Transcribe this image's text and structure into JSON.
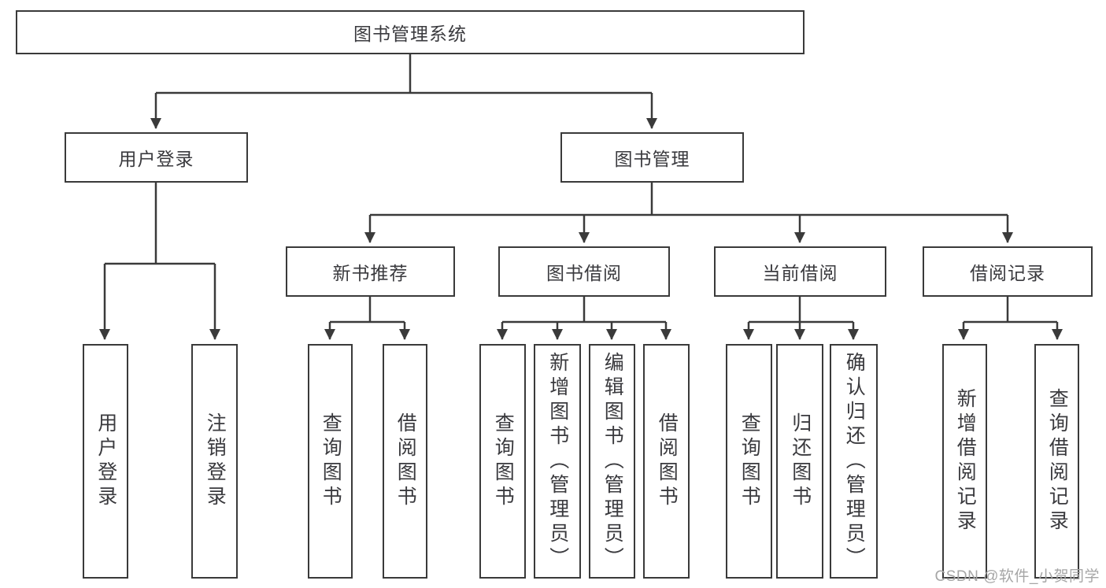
{
  "diagram": {
    "root": {
      "label": "图书管理系统"
    },
    "level2": [
      {
        "label": "用户登录",
        "children": [
          {
            "label": "用户登录"
          },
          {
            "label": "注销登录"
          }
        ]
      },
      {
        "label": "图书管理",
        "children": [
          {
            "label": "新书推荐",
            "children": [
              {
                "label": "查询图书"
              },
              {
                "label": "借阅图书"
              }
            ]
          },
          {
            "label": "图书借阅",
            "children": [
              {
                "label": "查询图书"
              },
              {
                "label": "新增图书（管理员）"
              },
              {
                "label": "编辑图书（管理员）"
              },
              {
                "label": "借阅图书"
              }
            ]
          },
          {
            "label": "当前借阅",
            "children": [
              {
                "label": "查询图书"
              },
              {
                "label": "归还图书"
              },
              {
                "label": "确认归还（管理员）"
              }
            ]
          },
          {
            "label": "借阅记录",
            "children": [
              {
                "label": "新增借阅记录"
              },
              {
                "label": "查询借阅记录"
              }
            ]
          }
        ]
      }
    ]
  },
  "watermark": {
    "text": "CSDN @软件_小贺同学"
  },
  "colors": {
    "line": "#3a3a3a",
    "text": "#3a3a3e",
    "background": "#ffffff",
    "watermark": "#a6a6a6"
  }
}
